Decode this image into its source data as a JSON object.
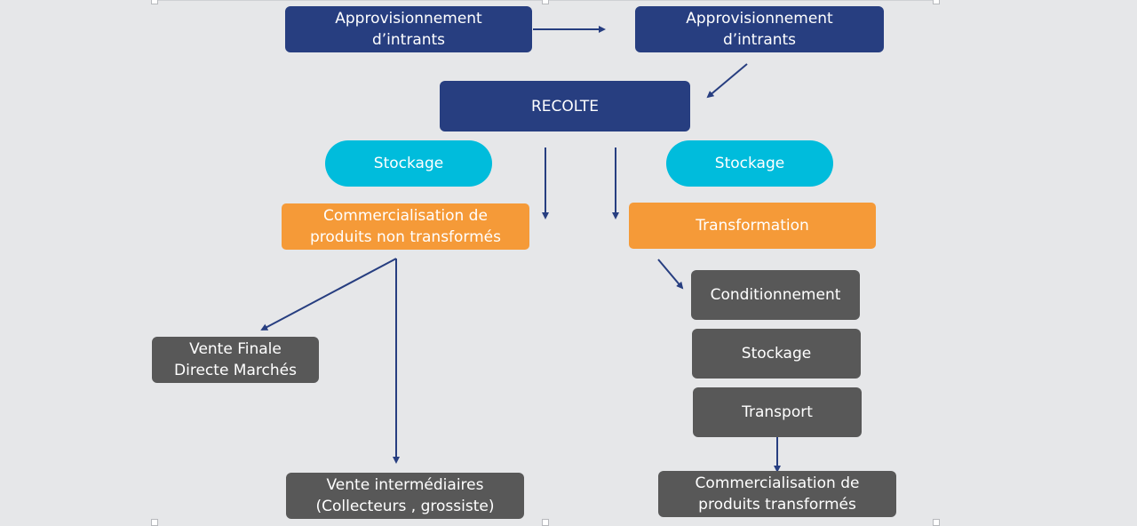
{
  "colors": {
    "background": "#e6e7e9",
    "navy": "#273e80",
    "cyan": "#00bcdc",
    "orange": "#f59a38",
    "gray": "#585858",
    "arrow": "#273e80"
  },
  "nodes": {
    "input_supply_left": "Approvisionnement\nd’intrants",
    "input_supply_right": "Approvisionnement\nd’intrants",
    "harvest": "RECOLTE",
    "storage_left": "Stockage",
    "storage_right": "Stockage",
    "commercialization_raw": "Commercialisation de\nproduits non transformés",
    "transformation": "Transformation",
    "packaging": "Conditionnement",
    "storage_processed": "Stockage",
    "transport": "Transport",
    "direct_sale": "Vente Finale\nDirecte Marchés",
    "intermediary_sale": "Vente intermédiaires\n(Collecteurs , grossiste)",
    "commercialization_processed": "Commercialisation de\nproduits transformés"
  }
}
